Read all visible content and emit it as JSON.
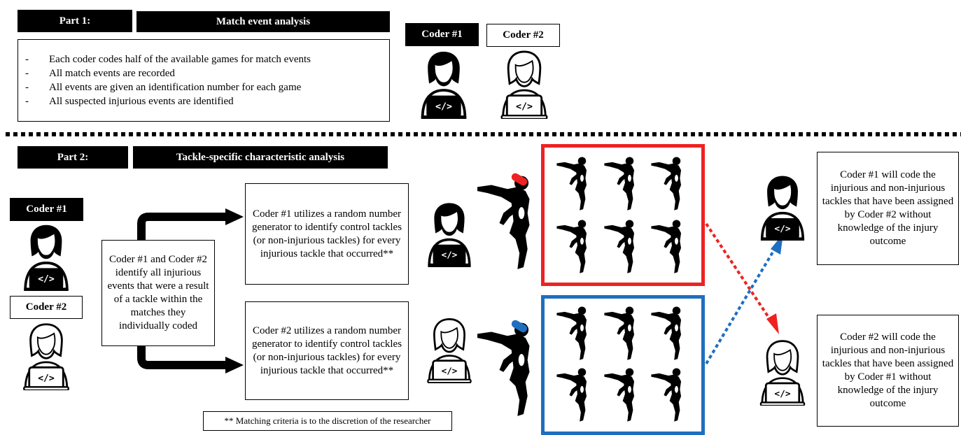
{
  "part1": {
    "label": "Part 1:",
    "title": "Match event analysis",
    "bullets": [
      "Each coder codes half of the available games for match events",
      "All match events are recorded",
      "All events are given an identification number for each game",
      "All suspected injurious events are identified"
    ],
    "coder1": "Coder #1",
    "coder2": "Coder #2"
  },
  "part2": {
    "label": "Part 2:",
    "title": "Tackle-specific characteristic analysis",
    "coder1": "Coder #1",
    "coder2": "Coder #2",
    "identify_text": "Coder #1 and Coder #2 identify all injurious events that were a result of a tackle within the matches they individually coded",
    "coder1_random": "Coder #1 utilizes a random number generator to identify control tackles (or non-injurious tackles) for every injurious tackle that occurred**",
    "coder2_random": "Coder #2 utilizes a random number generator to identify control tackles (or non-injurious tackles) for every injurious tackle that occurred**",
    "footnote": "** Matching criteria is to the discretion of the researcher",
    "coder1_codes": "Coder #1 will code the injurious and non-injurious tackles that have been assigned by Coder #2 without knowledge of the injury outcome",
    "coder2_codes": "Coder #2 will code the injurious and non-injurious tackles that have been assigned by Coder #1 without knowledge of the injury outcome"
  },
  "colors": {
    "red": "#ee2222",
    "blue": "#1e6fc0",
    "black": "#000000"
  },
  "icons": [
    "coder-laptop-icon",
    "tackler-silhouette-icon",
    "arrow-icon"
  ]
}
